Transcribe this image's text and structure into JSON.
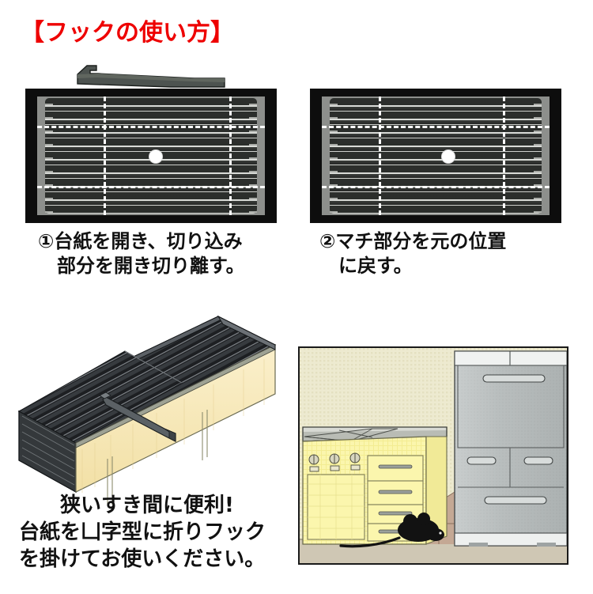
{
  "title": "【フックの使い方】",
  "colors": {
    "title_red": "#ee0000",
    "caption_black": "#111111",
    "board_black": "#0d0d0d",
    "board_gray": "#8d8f8c",
    "ridge_dark": "#2c2f2c",
    "dash_white": "#ffffff",
    "cardboard_tan": "#f6e6b4",
    "fridge_gray": "#b9bdbd",
    "counter_yellow": "#fbf5a8",
    "wall_cream": "#eceacb",
    "floor_tan": "#cfc7b4",
    "rat_black": "#121212"
  },
  "steps": [
    {
      "number": "①",
      "caption": "①台紙を開き、切り込み\n　部分を開き切り離す。",
      "panel_name": "board-open-with-hook",
      "has_hook_tab": true,
      "hole_label": "hanging-hole"
    },
    {
      "number": "②",
      "caption": "②マチ部分を元の位置\n　に戻す。",
      "panel_name": "board-folded-flat",
      "has_hook_tab": false,
      "hole_label": "hanging-hole"
    }
  ],
  "usage": {
    "caption": "　　狭いすき間に便利!\n台紙を凵字型に折りフック\nを掛けてお使いください。",
    "iso_name": "u-folded-board-isometric",
    "photo_name": "kitchen-gap-scene"
  },
  "photo": {
    "scene": "kitchen",
    "objects": [
      "wall",
      "countertop",
      "sink",
      "stove-knobs",
      "cabinet-drawers",
      "refrigerator",
      "floor",
      "rat"
    ]
  }
}
